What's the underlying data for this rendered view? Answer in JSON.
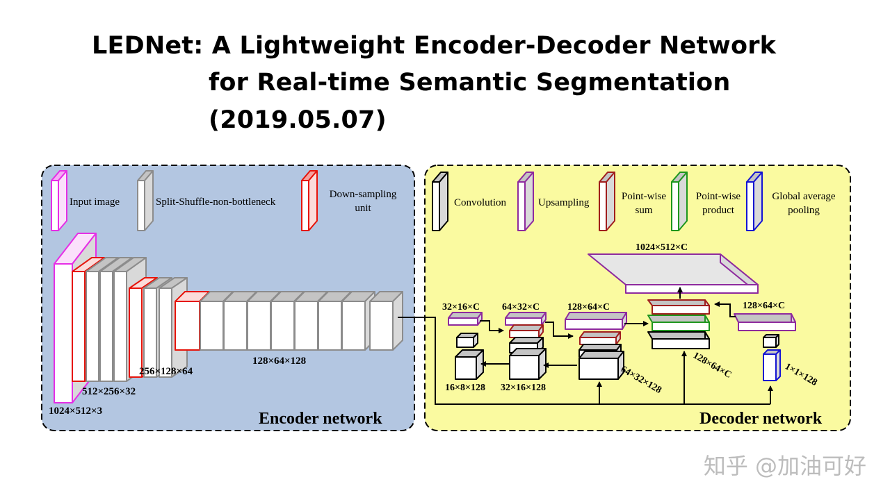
{
  "title": {
    "line1": "LEDNet:  A Lightweight Encoder-Decoder Network",
    "line2": "for Real-time Semantic Segmentation",
    "line3": "(2019.05.07)"
  },
  "encoder": {
    "legend": {
      "input": "Input image",
      "ssnb": "Split-Shuffle-non-bottleneck",
      "down1": "Down-sampling",
      "down2": "unit"
    },
    "dims": {
      "input": "1024×512×3",
      "stage1": "512×256×32",
      "stage2": "256×128×64",
      "stage3": "128×64×128"
    },
    "label": "Encoder network"
  },
  "decoder": {
    "legend": {
      "conv": "Convolution",
      "up": "Upsampling",
      "sum1": "Point-wise",
      "sum2": "sum",
      "prod1": "Point-wise",
      "prod2": "product",
      "gap1": "Global average",
      "gap2": "pooling"
    },
    "dims": {
      "out": "1024×512×C",
      "d32": "32×16×C",
      "d64": "64×32×C",
      "d128": "128×64×C",
      "d128r": "128×64×C",
      "b16": "16×8×128",
      "b32": "32×16×128",
      "b64": "64×32×128",
      "b128": "128×64×C",
      "gap": "1×1×128"
    },
    "label": "Decoder network"
  },
  "colors": {
    "encoder_bg": "#b3c6e1",
    "decoder_bg": "#fafaa0",
    "input": "#e62ee6",
    "down": "#e6140a",
    "block": "#8c8c8c",
    "up": "#8e2a9e",
    "sum": "#a01e1e",
    "prod": "#1e961e",
    "gap": "#1414d2"
  },
  "watermark": "知乎 @加油可好"
}
